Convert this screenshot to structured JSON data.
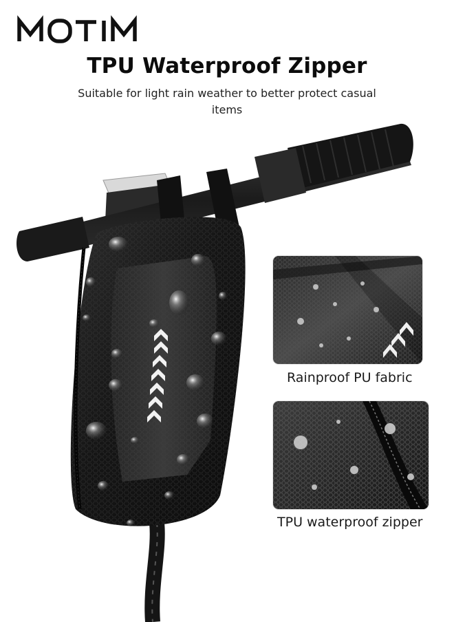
{
  "brand": {
    "logo_text": "MOTIM"
  },
  "header": {
    "title": "TPU Waterproof Zipper",
    "subtitle": "Suitable for light rain weather to better protect casual items"
  },
  "details": [
    {
      "caption": "Rainproof PU fabric",
      "icon": "fabric-closeup"
    },
    {
      "caption": "TPU waterproof zipper",
      "icon": "zipper-closeup"
    }
  ],
  "colors": {
    "background": "#ffffff",
    "bag": "#1c1c1c",
    "reflective_arrow": "#f2f2f2"
  }
}
